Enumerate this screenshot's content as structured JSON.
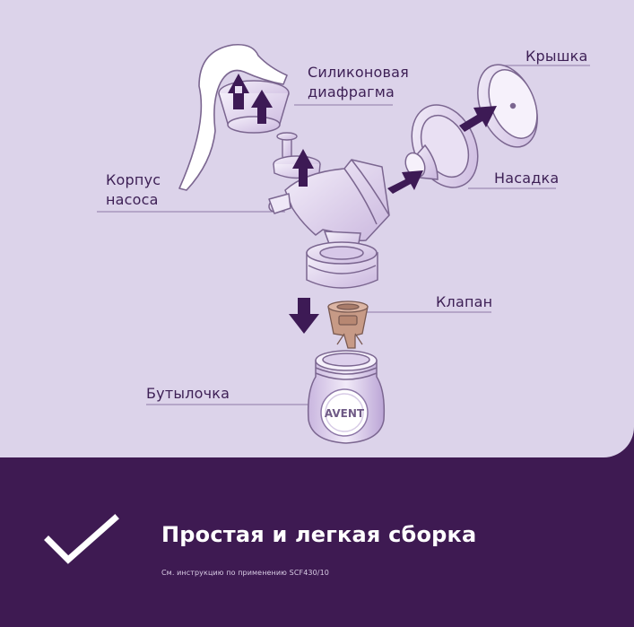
{
  "labels": {
    "diaphragm": "Силиконовая\nдиафрагма",
    "lid": "Крышка",
    "body": "Корпус\nнасоса",
    "shield": "Насадка",
    "valve": "Клапан",
    "bottle": "Бутылочка"
  },
  "bottle_brand": "AVENT",
  "footer": {
    "headline": "Простая и легкая сборка",
    "note": "См. инструкцию по применению SCF430/10"
  },
  "colors": {
    "panel_background": "#dcd3ea",
    "footer_background": "#3e1a52",
    "arrow": "#3d1a55",
    "label_text": "#3d1f55",
    "valve": "#c79a86"
  },
  "icons": {
    "footer_check": "check-mark-icon"
  }
}
